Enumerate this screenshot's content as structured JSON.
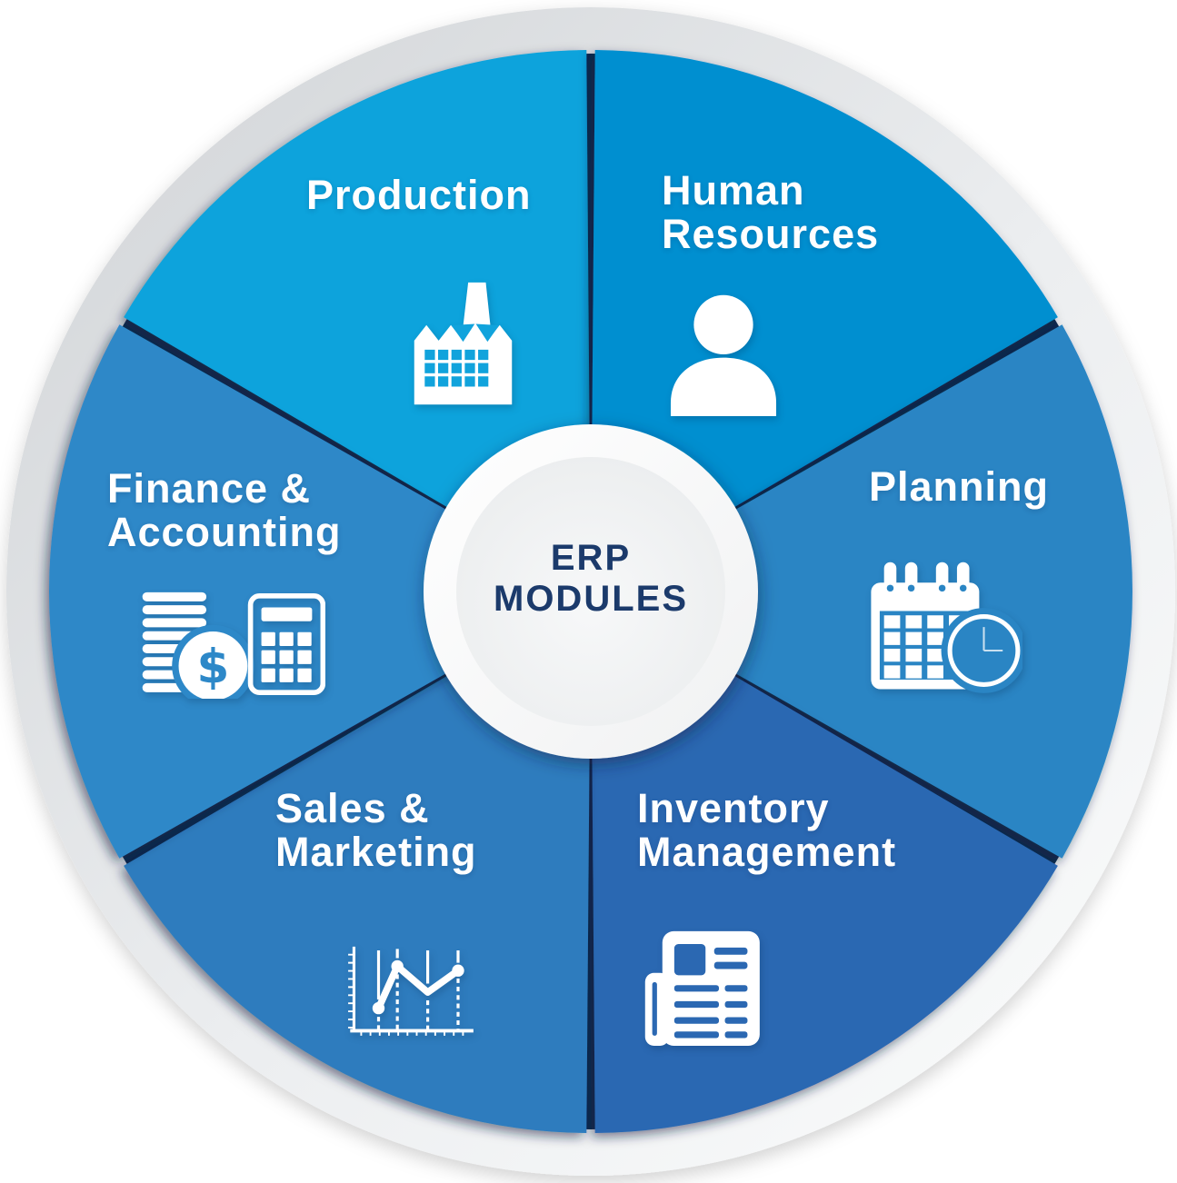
{
  "title": "ERP Modules wheel diagram",
  "center": {
    "title_lines": [
      "ERP",
      "MODULES"
    ],
    "text_color": "#1b3a6b"
  },
  "palette": {
    "backing": "#0f2c50",
    "ring_dark": "#d3d6d9",
    "ring_light": "#fbfcfc"
  },
  "segments": [
    {
      "name": "Production",
      "label_lines": [
        "Production"
      ],
      "color": "#11a3dc",
      "icon": "factory-icon"
    },
    {
      "name": "Human Resources",
      "label_lines": [
        "Human",
        "Resources"
      ],
      "color": "#048fd0",
      "icon": "person-icon"
    },
    {
      "name": "Planning",
      "label_lines": [
        "Planning"
      ],
      "color": "#2a85c4",
      "icon": "calendar-clock-icon"
    },
    {
      "name": "Inventory Management",
      "label_lines": [
        "Inventory",
        "Management"
      ],
      "color": "#2b68b2",
      "icon": "newspaper-icon"
    },
    {
      "name": "Sales & Marketing",
      "label_lines": [
        "Sales &",
        "Marketing"
      ],
      "color": "#2e7cbe",
      "icon": "line-chart-icon"
    },
    {
      "name": "Finance & Accounting",
      "label_lines": [
        "Finance &",
        "Accounting"
      ],
      "color": "#2d88c8",
      "icon": "coins-calculator-icon"
    }
  ]
}
